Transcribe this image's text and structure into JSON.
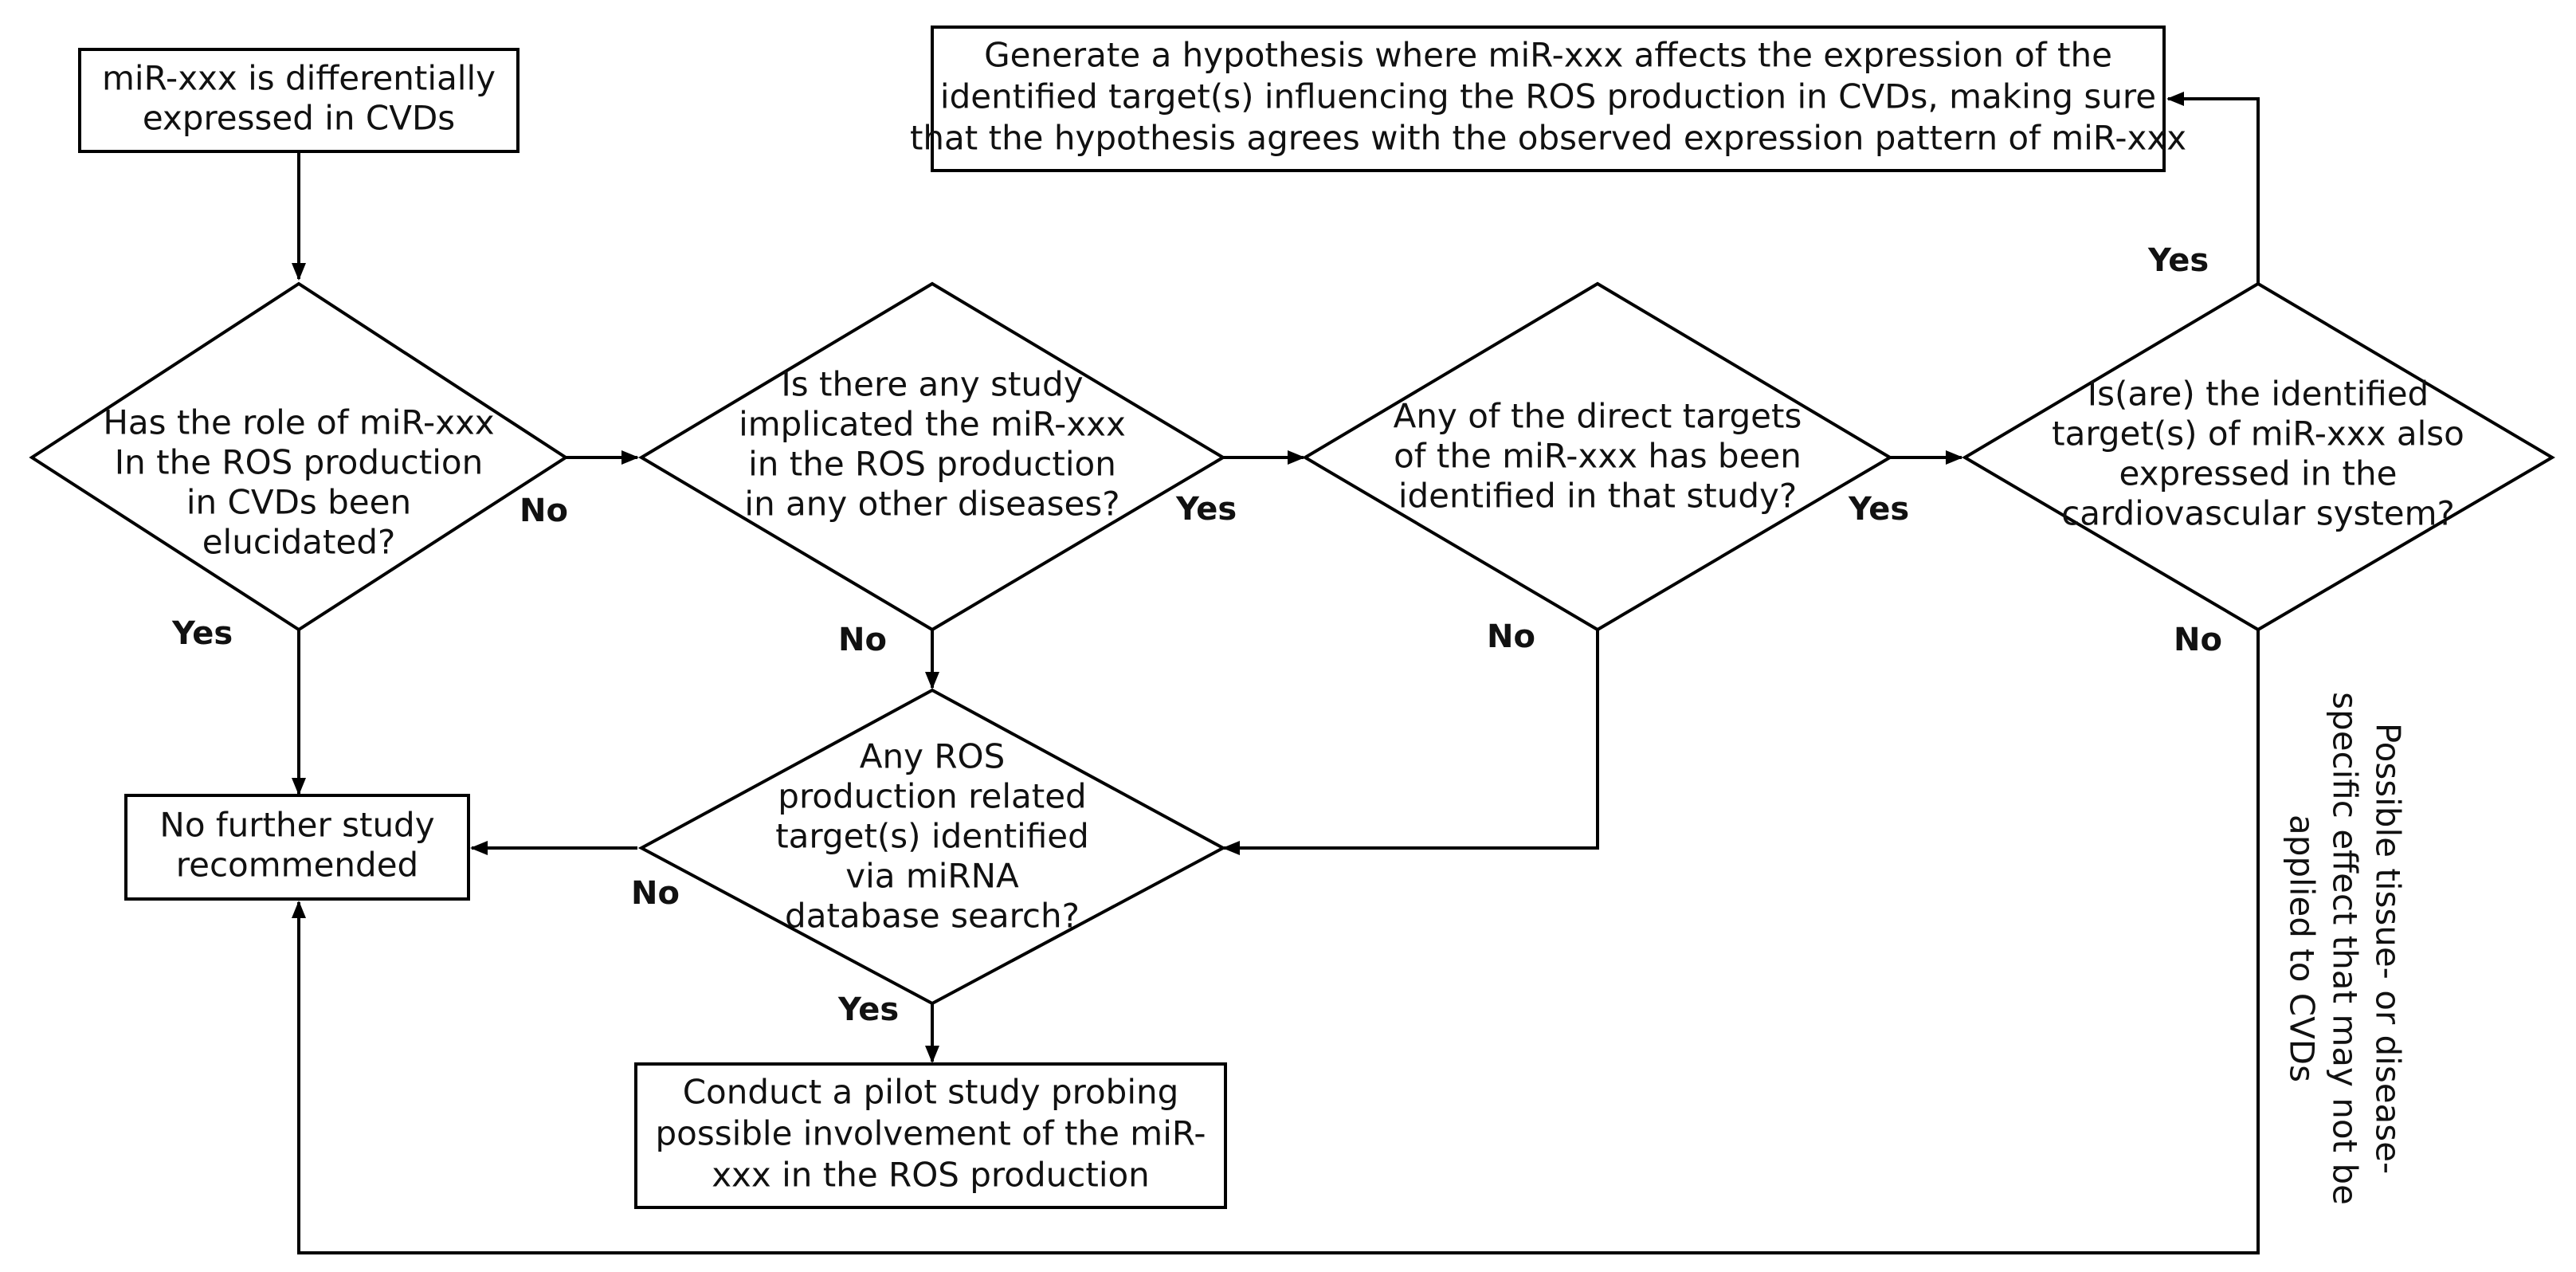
{
  "nodes": {
    "start": {
      "lines": [
        "miR-xxx is differentially",
        "expressed in CVDs"
      ]
    },
    "d1": {
      "lines": [
        "Has the role of miR-xxx",
        "In the ROS production",
        "in CVDs been",
        "elucidated?"
      ]
    },
    "d2": {
      "lines": [
        "Is there any study",
        "implicated the miR-xxx",
        "in the ROS production",
        "in any other diseases?"
      ]
    },
    "d3": {
      "lines": [
        "Any of the direct targets",
        "of the miR-xxx has been",
        "identified in that study?"
      ]
    },
    "d4": {
      "lines": [
        "Is(are) the identified",
        "target(s) of miR-xxx also",
        "expressed in the",
        "cardiovascular system?"
      ]
    },
    "hypothesis": {
      "lines": [
        "Generate a hypothesis where miR-xxx affects the expression of the",
        "identified target(s) influencing the ROS production in CVDs, making sure",
        "that the hypothesis agrees with the observed expression pattern of miR-xxx"
      ]
    },
    "d5": {
      "lines": [
        "Any ROS",
        "production related",
        "target(s) identified",
        "via miRNA",
        "database search?"
      ]
    },
    "nofurther": {
      "lines": [
        "No further study",
        "recommended"
      ]
    },
    "pilot": {
      "lines": [
        "Conduct a pilot study probing",
        "possible involvement of the miR-",
        "xxx in the ROS production"
      ]
    }
  },
  "edge_labels": {
    "d1_no": "No",
    "d1_yes": "Yes",
    "d2_yes": "Yes",
    "d2_no": "No",
    "d3_yes": "Yes",
    "d3_no": "No",
    "d4_yes": "Yes",
    "d4_no": "No",
    "d5_no": "No",
    "d5_yes": "Yes"
  },
  "side_note": {
    "lines": [
      "Possible tissue- or disease-",
      "specific effect that may not be",
      "applied to CVDs"
    ]
  }
}
